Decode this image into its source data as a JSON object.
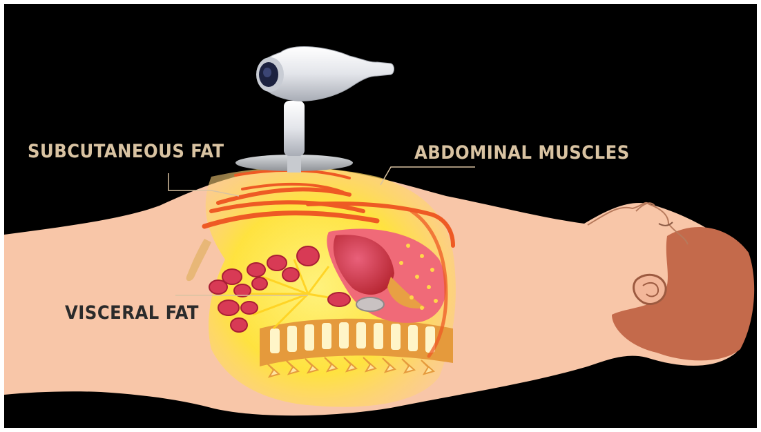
{
  "labels": {
    "subcutaneous_fat": "SUBCUTANEOUS FAT",
    "abdominal_muscles": "ABDOMINAL MUSCLES",
    "visceral_fat": "VISCERAL FAT"
  },
  "colors": {
    "background": "#000000",
    "skin": "#f8c6a8",
    "fat": "#ffe84a",
    "muscle": "#ee5a24",
    "organ": "#c8323c",
    "hair": "#c46a4b",
    "label_light": "#d9c3a2",
    "label_dark": "#2b2b2b"
  },
  "icons": {
    "device": "ultrasound-device-icon"
  }
}
